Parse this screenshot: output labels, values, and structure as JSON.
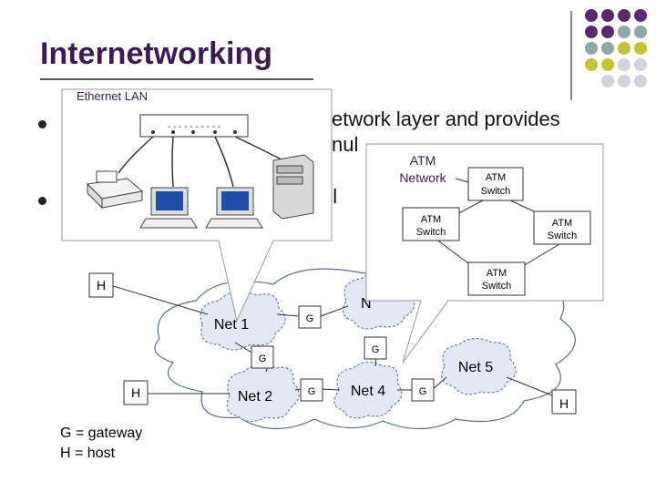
{
  "title": "Internetworking",
  "bullets": [
    {
      "text": "etwork layer and provides"
    },
    {
      "text": "nul"
    },
    {
      "text": "acl"
    }
  ],
  "callouts": {
    "ethernet": {
      "label": "Ethernet LAN"
    },
    "atm": {
      "label_line1": "ATM",
      "label_line2": "Network",
      "switches": [
        {
          "l1": "ATM",
          "l2": "Switch"
        },
        {
          "l1": "ATM",
          "l2": "Switch"
        },
        {
          "l1": "ATM",
          "l2": "Switch"
        },
        {
          "l1": "ATM",
          "l2": "Switch"
        }
      ]
    }
  },
  "diagram": {
    "nets": [
      "Net 1",
      "Net 2",
      "Net 4",
      "Net 5",
      "N"
    ],
    "gateway": "G",
    "host": "H"
  },
  "legend": {
    "line1": "G = gateway",
    "line2": "H = host"
  },
  "colors": {
    "title": "#3d1a55",
    "dot_purple": "#5b2a6e",
    "dot_teal": "#8fa8a6",
    "dot_olive": "#c2c430",
    "dot_gray": "#d3d3de",
    "cloud_stroke": "#5a6e8c"
  }
}
